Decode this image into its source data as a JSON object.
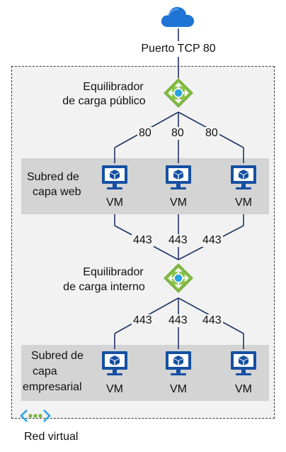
{
  "internet": {
    "icon": "cloud-icon",
    "port_label": "Puerto TCP 80",
    "color": "#1f74d6"
  },
  "public_lb": {
    "label_line1": "Equilibrador",
    "label_line2": "de carga público",
    "icon": "load-balancer-icon",
    "ports": [
      "80",
      "80",
      "80"
    ]
  },
  "web_subnet": {
    "label_line1": "Subred de",
    "label_line2": "capa web",
    "vms": [
      "VM",
      "VM",
      "VM"
    ]
  },
  "web_to_internal_ports": [
    "443",
    "443",
    "443"
  ],
  "internal_lb": {
    "label_line1": "Equilibrador",
    "label_line2": "de carga interno",
    "icon": "load-balancer-icon",
    "ports": [
      "443",
      "443",
      "443"
    ]
  },
  "business_subnet": {
    "label_line1": "Subred de",
    "label_line2": "capa",
    "label_line3": "empresarial",
    "vms": [
      "VM",
      "VM",
      "VM"
    ]
  },
  "virtual_network": {
    "label": "Red virtual",
    "icon": "virtual-network-icon"
  },
  "colors": {
    "line": "#1e3566",
    "vm_blue": "#1550a3",
    "lb_green": "#7cb342",
    "lb_accent": "#29a3e0",
    "subnet_fill": "#d4d4d4",
    "vnet_fill": "#f2f2f2"
  }
}
